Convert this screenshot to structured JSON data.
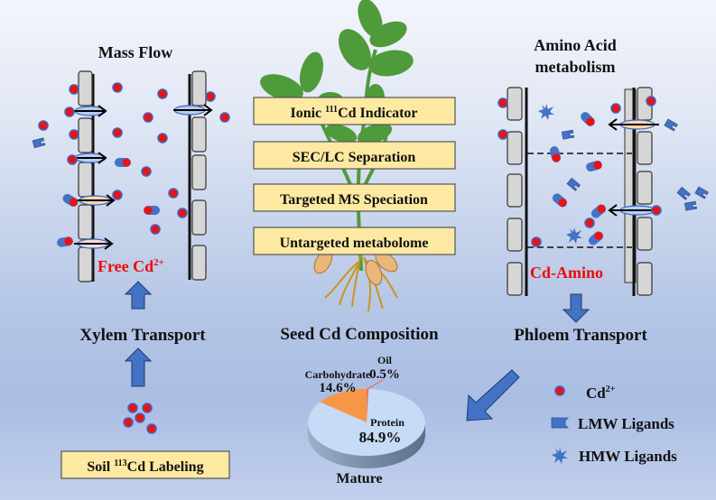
{
  "titles": {
    "mass_flow": "Mass Flow",
    "amino_line1": "Amino Acid",
    "amino_line2": "metabolism",
    "xylem": "Xylem Transport",
    "phloem": "Phloem Transport",
    "seed": "Seed Cd Composition",
    "mature": "Mature"
  },
  "red_labels": {
    "free_cd": "Free Cd",
    "free_cd_sup": "2+",
    "cd_amino": "Cd-Amino"
  },
  "methods": [
    {
      "pre": "Ionic ",
      "sup": "111",
      "post": "Cd Indicator"
    },
    {
      "pre": "SEC/LC Separation",
      "sup": "",
      "post": ""
    },
    {
      "pre": "Targeted  MS Speciation",
      "sup": "",
      "post": ""
    },
    {
      "pre": "Untargeted metabolome",
      "sup": "",
      "post": ""
    }
  ],
  "soil_label": {
    "pre": "Soil ",
    "sup": "113",
    "post": "Cd Labeling"
  },
  "legend": [
    {
      "icon": "cd-ion-icon",
      "label": "Cd",
      "sup": "2+"
    },
    {
      "icon": "lmw-ligand-icon",
      "label": "LMW Ligands",
      "sup": ""
    },
    {
      "icon": "hmw-ligand-icon",
      "label": "HMW Ligands",
      "sup": ""
    }
  ],
  "colors": {
    "cd_ion": "#ee1111",
    "ligand": "#4472c4",
    "box_fill": "#fde9a2",
    "carbohydrate": "#f79646",
    "protein": "#c6dbf5",
    "oil": "#e46c6c",
    "leaf": "#4f9a3a",
    "root": "#c9961a"
  },
  "chart_data": {
    "type": "pie",
    "title": "Seed Cd Composition",
    "subtitle": "Mature",
    "slices": [
      {
        "name": "Protein",
        "value": 84.9,
        "label": "84.9%"
      },
      {
        "name": "Carbohydrate",
        "value": 14.6,
        "label": "14.6%"
      },
      {
        "name": "Oil",
        "value": 0.5,
        "label": "0.5%"
      }
    ]
  }
}
